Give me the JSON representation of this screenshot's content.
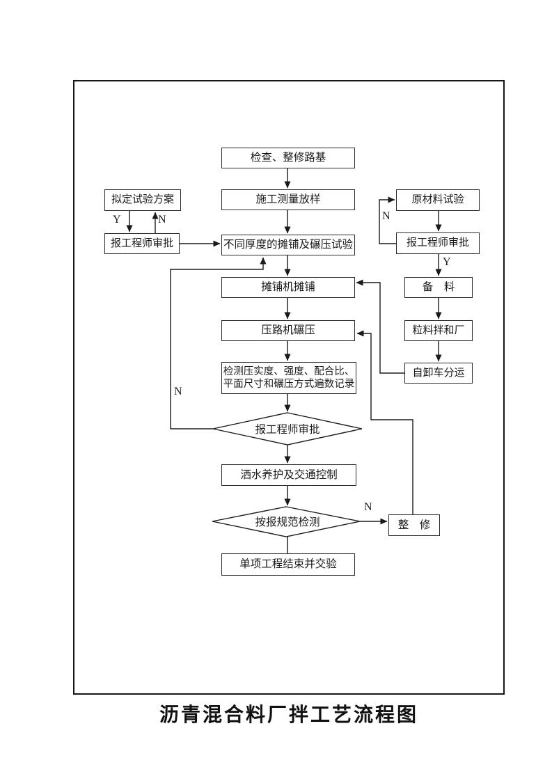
{
  "page": {
    "title": "沥青混合料厂拌工艺流程图"
  },
  "colors": {
    "line": "#1a1a1a",
    "background": "#ffffff",
    "border": "#151515"
  },
  "nodes": {
    "check_roadbed": {
      "label": "检查、整修路基"
    },
    "survey_layout": {
      "label": "施工测量放样"
    },
    "draft_test_plan": {
      "label": "拟定试验方案"
    },
    "approve_left": {
      "label": "报工程师审批"
    },
    "thickness_test": {
      "label": "不同厚度的摊铺及碾压试验"
    },
    "raw_material_test": {
      "label": "原材料试验"
    },
    "approve_right": {
      "label": "报工程师审批"
    },
    "prepare_material": {
      "label": "备　料"
    },
    "mixing_plant": {
      "label": "粒料拌和厂"
    },
    "dump_truck": {
      "label": "自卸车分运"
    },
    "paver": {
      "label": "摊铺机摊铺"
    },
    "roller": {
      "label": "压路机碾压"
    },
    "inspection_record": {
      "label": "检测压实度、强度、配合比、\n平面尺寸和碾压方式遍数记录"
    },
    "decision_approve": {
      "label": "报工程师审批"
    },
    "watering_control": {
      "label": "洒水养护及交通控制"
    },
    "decision_inspect": {
      "label": "按报规范检测"
    },
    "repair": {
      "label": "整　修"
    },
    "final_handover": {
      "label": "单项工程结束并交验"
    }
  },
  "edge_labels": {
    "y_left": "Y",
    "n_left": "N",
    "n_loop_left": "N",
    "n_loop_right": "N",
    "y_right": "Y",
    "n_to_repair": "N"
  }
}
